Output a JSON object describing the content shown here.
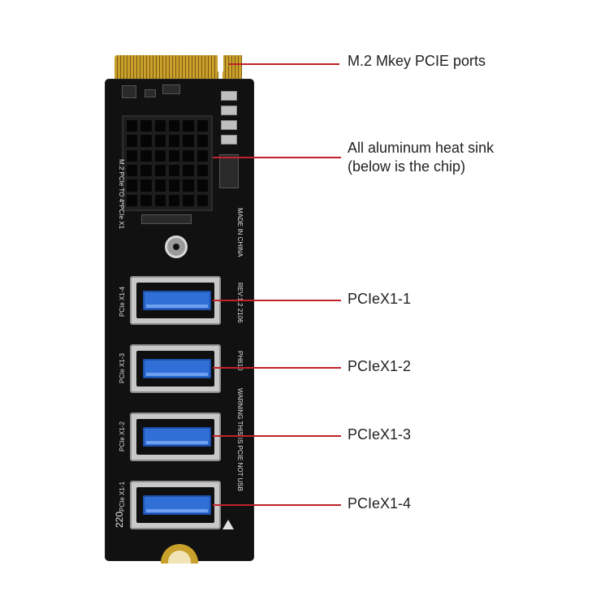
{
  "callouts": [
    {
      "key": "m2",
      "text": "M.2 Mkey PCIE ports"
    },
    {
      "key": "heat",
      "lines": [
        "All aluminum heat sink",
        "(below is the chip)"
      ]
    },
    {
      "key": "p1",
      "text": "PCIeX1-1"
    },
    {
      "key": "p2",
      "text": "PCIeX1-2"
    },
    {
      "key": "p3",
      "text": "PCIeX1-3"
    },
    {
      "key": "p4",
      "text": "PCIeX1-4"
    }
  ],
  "pcb": {
    "port_labels": [
      "PCIe X1-4",
      "PCIe X1-3",
      "PCIe X1-2",
      "PCIe X1-1"
    ],
    "side_texts": [
      "M.2 PCIe TO 4*PCIe X1",
      "MADE IN CHINA",
      "REV:1.2  2106",
      "PH610",
      "WARNING THIS IS PCIE NOT USB"
    ],
    "version": "220"
  },
  "colors": {
    "callout_line": "#c0232a",
    "usb_tongue": "#2f6fd6",
    "gold": "#c9a02b"
  }
}
